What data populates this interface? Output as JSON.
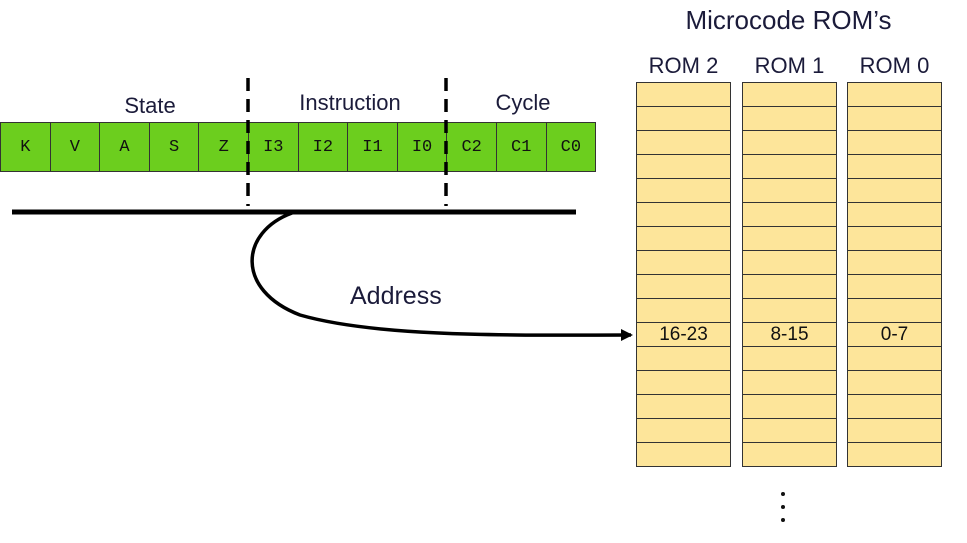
{
  "title": "Microcode ROM’s",
  "groups": {
    "state": "State",
    "instruction": "Instruction",
    "cycle": "Cycle"
  },
  "bits": [
    "K",
    "V",
    "A",
    "S",
    "Z",
    "I3",
    "I2",
    "I1",
    "I0",
    "C2",
    "C1",
    "C0"
  ],
  "address_label": "Address",
  "roms": [
    {
      "name": "ROM 2",
      "bits_range": "16-23"
    },
    {
      "name": "ROM 1",
      "bits_range": "8-15"
    },
    {
      "name": "ROM 0",
      "bits_range": "0-7"
    }
  ],
  "colors": {
    "bit_fill": "#6cce1e",
    "rom_fill": "#fde59a",
    "line": "#000000"
  }
}
